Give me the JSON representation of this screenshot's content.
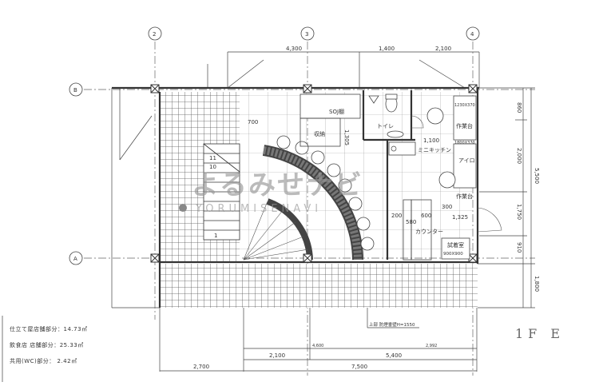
{
  "grid": {
    "columns": [
      "2",
      "3",
      "4"
    ],
    "rows": [
      "B",
      "A"
    ]
  },
  "dimensions": {
    "top": [
      "4,300",
      "1,400",
      "2,100"
    ],
    "right": [
      "860",
      "2,000",
      "5,500",
      "1,750",
      "910",
      "1,800"
    ],
    "bottom_row1": [
      "4,600",
      "2,992"
    ],
    "bottom_row2": [
      "2,100",
      "5,400"
    ],
    "bottom_row3": [
      "2,700",
      "7,500"
    ],
    "interior": [
      "700",
      "1,305",
      "1,100",
      "300",
      "600",
      "1,325",
      "200",
      "580"
    ]
  },
  "rooms": {
    "storage": "収納",
    "storage_note": "SOJ棚",
    "toilet": "トイレ",
    "mini_kitchen": "ミニキッチン",
    "iron": "アイロ",
    "workbench1": "作業台",
    "workbench2": "作業台",
    "counter": "カウンター",
    "fitting_room": "試着室",
    "shelf1": "1230X370",
    "shelf2": "1800X370",
    "fitting_size": "900X900",
    "smoke_wall": "上部 防煙垂壁H=1550",
    "stair_numbers": [
      "11",
      "10",
      "1"
    ]
  },
  "area_table": [
    "仕立て屋店舗部分：14.73㎡",
    "飲食店 店舗部分：25.33㎡",
    "共用(WC)部分：  2.42㎡"
  ],
  "handwritten_label": "1F E",
  "watermark": {
    "jp": "よるみせナビ",
    "en": "YORUMISENAVI"
  }
}
